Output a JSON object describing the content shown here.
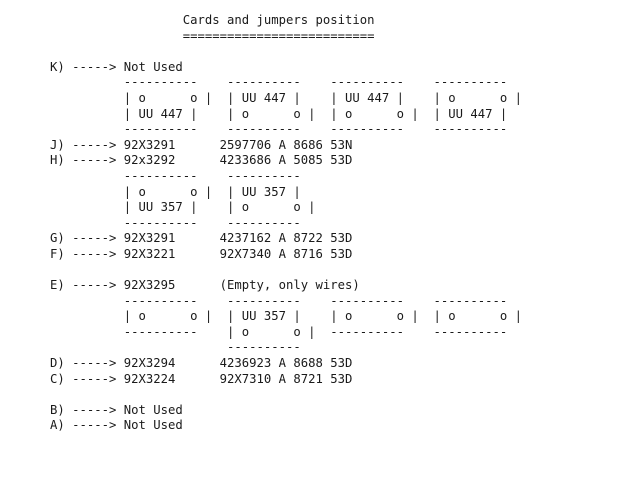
{
  "document": {
    "title": "Cards and jumpers position",
    "title_underline": "==========================",
    "text_color": "#1a1a1a",
    "background_color": "#ffffff",
    "font_kind": "monospace",
    "arrow": "----->",
    "box_edge": "----------",
    "box_wall": "|",
    "jumper_open": "o",
    "empty_note": "(Empty, only wires)"
  },
  "slots": [
    {
      "letter": "K",
      "arrow": "----->",
      "card": "Not Used",
      "detail": ""
    },
    {
      "letter": "J",
      "arrow": "----->",
      "card": "92X3291",
      "detail": "2597706 A 8686 53N"
    },
    {
      "letter": "H",
      "arrow": "----->",
      "card": "92x3292",
      "detail": "4233686 A 5085 53D"
    },
    {
      "letter": "G",
      "arrow": "----->",
      "card": "92X3291",
      "detail": "4237162 A 8722 53D"
    },
    {
      "letter": "F",
      "arrow": "----->",
      "card": "92X3221",
      "detail": "92X7340 A 8716 53D"
    },
    {
      "letter": "E",
      "arrow": "----->",
      "card": "92X3295",
      "detail": "(Empty, only wires)"
    },
    {
      "letter": "D",
      "arrow": "----->",
      "card": "92X3294",
      "detail": "4236923 A 8688 53D"
    },
    {
      "letter": "C",
      "arrow": "----->",
      "card": "92X3224",
      "detail": "92X7310 A 8721 53D"
    },
    {
      "letter": "B",
      "arrow": "----->",
      "card": "Not Used",
      "detail": ""
    },
    {
      "letter": "A",
      "arrow": "----->",
      "card": "Not Used",
      "detail": ""
    }
  ],
  "jumper_groups": [
    {
      "name": "group-k",
      "boxes": [
        {
          "rows": [
            "o      o",
            "UU 447"
          ]
        },
        {
          "rows": [
            "UU 447",
            "o      o"
          ]
        },
        {
          "rows": [
            "UU 447",
            "o      o"
          ]
        },
        {
          "rows": [
            "o      o",
            "UU 447"
          ]
        }
      ]
    },
    {
      "name": "group-h",
      "boxes": [
        {
          "rows": [
            "o      o",
            "UU 357"
          ]
        },
        {
          "rows": [
            "UU 357",
            "o      o"
          ]
        }
      ]
    },
    {
      "name": "group-e",
      "boxes": [
        {
          "rows": [
            "o      o"
          ]
        },
        {
          "rows": [
            "UU 357",
            "o      o"
          ]
        },
        {
          "rows": [
            "o      o"
          ]
        },
        {
          "rows": [
            "o      o"
          ]
        }
      ]
    }
  ],
  "ascii_lines": [
    "                  Cards and jumpers position",
    "                  ==========================",
    "",
    "K) -----> Not Used",
    "          ----------    ----------    ----------    ----------",
    "          | o      o |  | UU 447 |    | UU 447 |    | o      o |",
    "          | UU 447 |    | o      o |  | o      o |  | UU 447 |",
    "          ----------    ----------    ----------    ----------",
    "J) -----> 92X3291      2597706 A 8686 53N",
    "H) -----> 92x3292      4233686 A 5085 53D",
    "          ----------    ----------",
    "          | o      o |  | UU 357 |",
    "          | UU 357 |    | o      o |",
    "          ----------    ----------",
    "G) -----> 92X3291      4237162 A 8722 53D",
    "F) -----> 92X3221      92X7340 A 8716 53D",
    "",
    "E) -----> 92X3295      (Empty, only wires)",
    "          ----------    ----------    ----------    ----------",
    "          | o      o |  | UU 357 |    | o      o |  | o      o |",
    "          ----------    | o      o |  ----------    ----------",
    "                        ----------",
    "D) -----> 92X3294      4236923 A 8688 53D",
    "C) -----> 92X3224      92X7310 A 8721 53D",
    "",
    "B) -----> Not Used",
    "A) -----> Not Used"
  ]
}
